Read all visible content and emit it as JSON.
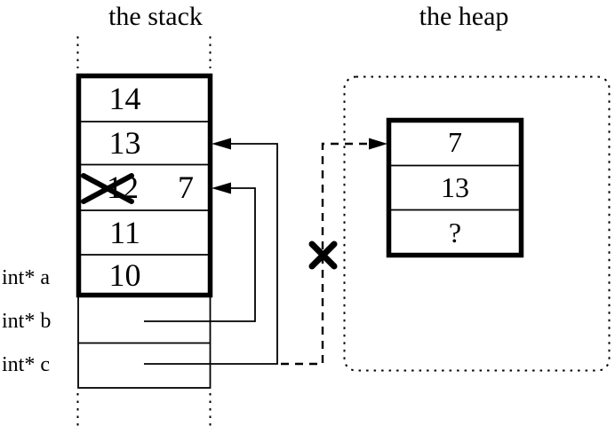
{
  "colors": {
    "ink": "#000000",
    "background": "#ffffff"
  },
  "stack": {
    "title": "the stack",
    "cells": [
      {
        "value": "14"
      },
      {
        "value": "13"
      },
      {
        "value": "12",
        "crossed_out": true,
        "new_value": "7"
      },
      {
        "value": "11"
      },
      {
        "value": "10"
      }
    ],
    "variable_labels": [
      {
        "label": "int* a"
      },
      {
        "label": "int* b"
      },
      {
        "label": "int* c"
      }
    ]
  },
  "heap": {
    "title": "the heap",
    "cells": [
      {
        "value": "7"
      },
      {
        "value": "13"
      },
      {
        "value": "?"
      }
    ]
  }
}
